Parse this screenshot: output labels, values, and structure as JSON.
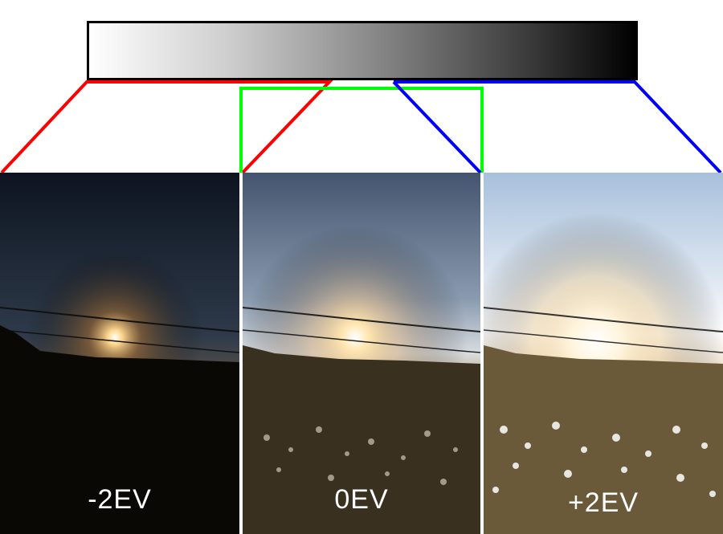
{
  "tonal_scale": {
    "from_color": "#ffffff",
    "to_color": "#000000"
  },
  "bracket_colors": {
    "under": "#ff0000",
    "normal": "#00ff00",
    "over": "#0000ff"
  },
  "exposures": [
    {
      "label": "-2EV",
      "bracket_color": "#ff0000"
    },
    {
      "label": "0EV",
      "bracket_color": "#00ff00"
    },
    {
      "label": "+2EV",
      "bracket_color": "#0000ff"
    }
  ]
}
